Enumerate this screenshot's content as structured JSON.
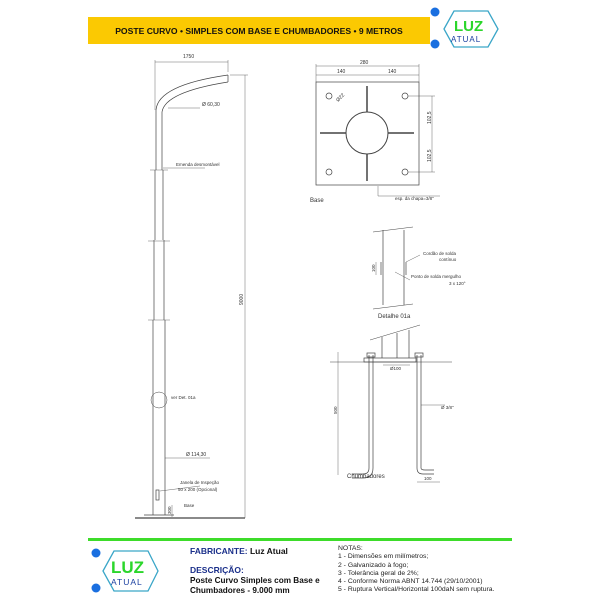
{
  "header": {
    "title": "POSTE CURVO • SIMPLES COM BASE E CHUMBADORES • 9 METROS"
  },
  "logo": {
    "line1": "LUZ",
    "line2": "ATUAL",
    "green": "#2bd62b",
    "blue": "#1a3fa0"
  },
  "drawing": {
    "pole": {
      "reach": "1750",
      "top_diameter": "Ø 60,30",
      "joint": "Emenda desmontável",
      "height": "9000",
      "detail_ref": "ver Det. 01a",
      "bottom_diameter": "Ø 114,30",
      "window_line1": "Janela de Inspeção",
      "window_line2": "50 x 200  (Opcional)",
      "base_height": "300",
      "base_label": "Base"
    },
    "base": {
      "width": "280",
      "half_left": "140",
      "half_right": "140",
      "hole": "Ø22",
      "spacing_top": "102,5",
      "spacing_bottom": "102,5",
      "plate": "esp. da chapa=3/8\"",
      "title": "Base"
    },
    "detail": {
      "height": "100",
      "weld_line1": "Cordão de solda",
      "weld_line2": "contínuo",
      "spot_line1": "Ponto de solda mergulho",
      "spot_line2": "3 x 120°",
      "title": "Detalhe 01a"
    },
    "anchors": {
      "depth": "500",
      "circle": "Ø100",
      "rod": "Ø 3/8\"",
      "hook": "100",
      "title": "Chumbadores"
    }
  },
  "footer": {
    "manufacturer_label": "FABRICANTE:",
    "manufacturer": "Luz Atual",
    "description_label": "DESCRIÇÃO:",
    "description": "Poste Curvo Simples com Base e Chumbadores - 9.000 mm",
    "notes_title": "NOTAS:",
    "notes": [
      "1 - Dimensões em milímetros;",
      "2 - Galvanizado à fogo;",
      "3 - Tolerância geral de 2%;",
      "4 - Conforme Norma ABNT 14.744 (29/10/2001)",
      "5 - Ruptura Vertical/Horizontal 100daN sem ruptura."
    ]
  }
}
